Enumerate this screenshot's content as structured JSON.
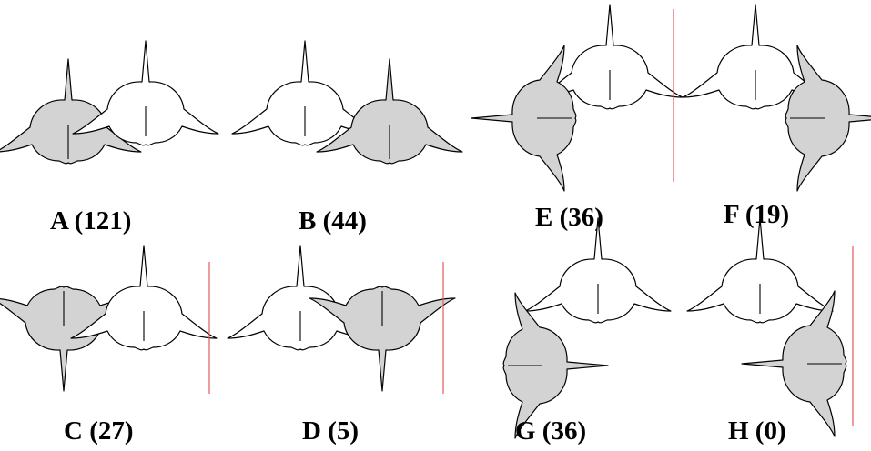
{
  "colors": {
    "body_white": "#ffffff",
    "body_gray": "#d3d3d3",
    "outline": "#000000",
    "divider": "#e05a5a"
  },
  "shape_icon": "horned-round-body",
  "panels": [
    {
      "id": "A",
      "label": "A (121)",
      "gray_position": "left",
      "gray_rotation": 0,
      "has_divider": false
    },
    {
      "id": "B",
      "label": "B (44)",
      "gray_position": "right",
      "gray_rotation": 0,
      "has_divider": false
    },
    {
      "id": "E",
      "label": "E (36)",
      "gray_position": "lower-left",
      "gray_rotation": -90,
      "has_divider": true
    },
    {
      "id": "F",
      "label": "F (19)",
      "gray_position": "lower-right",
      "gray_rotation": 90,
      "has_divider": false
    },
    {
      "id": "C",
      "label": "C (27)",
      "gray_position": "left",
      "gray_rotation": 180,
      "has_divider": true
    },
    {
      "id": "D",
      "label": "D (5)",
      "gray_position": "right",
      "gray_rotation": 180,
      "has_divider": true
    },
    {
      "id": "G",
      "label": "G (36)",
      "gray_position": "lower-left",
      "gray_rotation": 90,
      "has_divider": false
    },
    {
      "id": "H",
      "label": "H (0)",
      "gray_position": "lower-right",
      "gray_rotation": -90,
      "has_divider": true
    }
  ]
}
